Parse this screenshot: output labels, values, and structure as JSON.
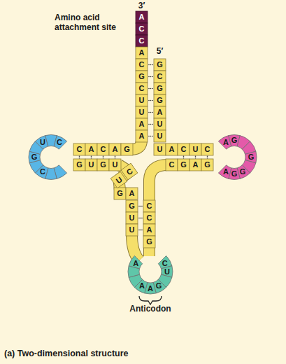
{
  "diagram": {
    "caption": "(a) Two-dimensional structure",
    "labels": [
      "3′",
      "Amino acid attachment site",
      "5′",
      "A",
      "C",
      "C",
      "A",
      "C",
      "G",
      "C",
      "U",
      "U",
      "A",
      "A",
      "G",
      "C",
      "G",
      "G",
      "A",
      "U",
      "U",
      "U",
      "A",
      "C",
      "U",
      "C",
      "A",
      "G",
      "G",
      "G",
      "G",
      "A",
      "C",
      "G",
      "A",
      "G",
      "C",
      "C",
      "A",
      "G",
      "A",
      "A",
      "A",
      "G",
      "U",
      "C",
      "G",
      "U",
      "U",
      "G",
      "A",
      "U",
      "C",
      "G",
      "U",
      "G",
      "U",
      "U",
      "C",
      "G",
      "C",
      "C",
      "A",
      "C",
      "A",
      "G",
      "Anticodon"
    ]
  }
}
